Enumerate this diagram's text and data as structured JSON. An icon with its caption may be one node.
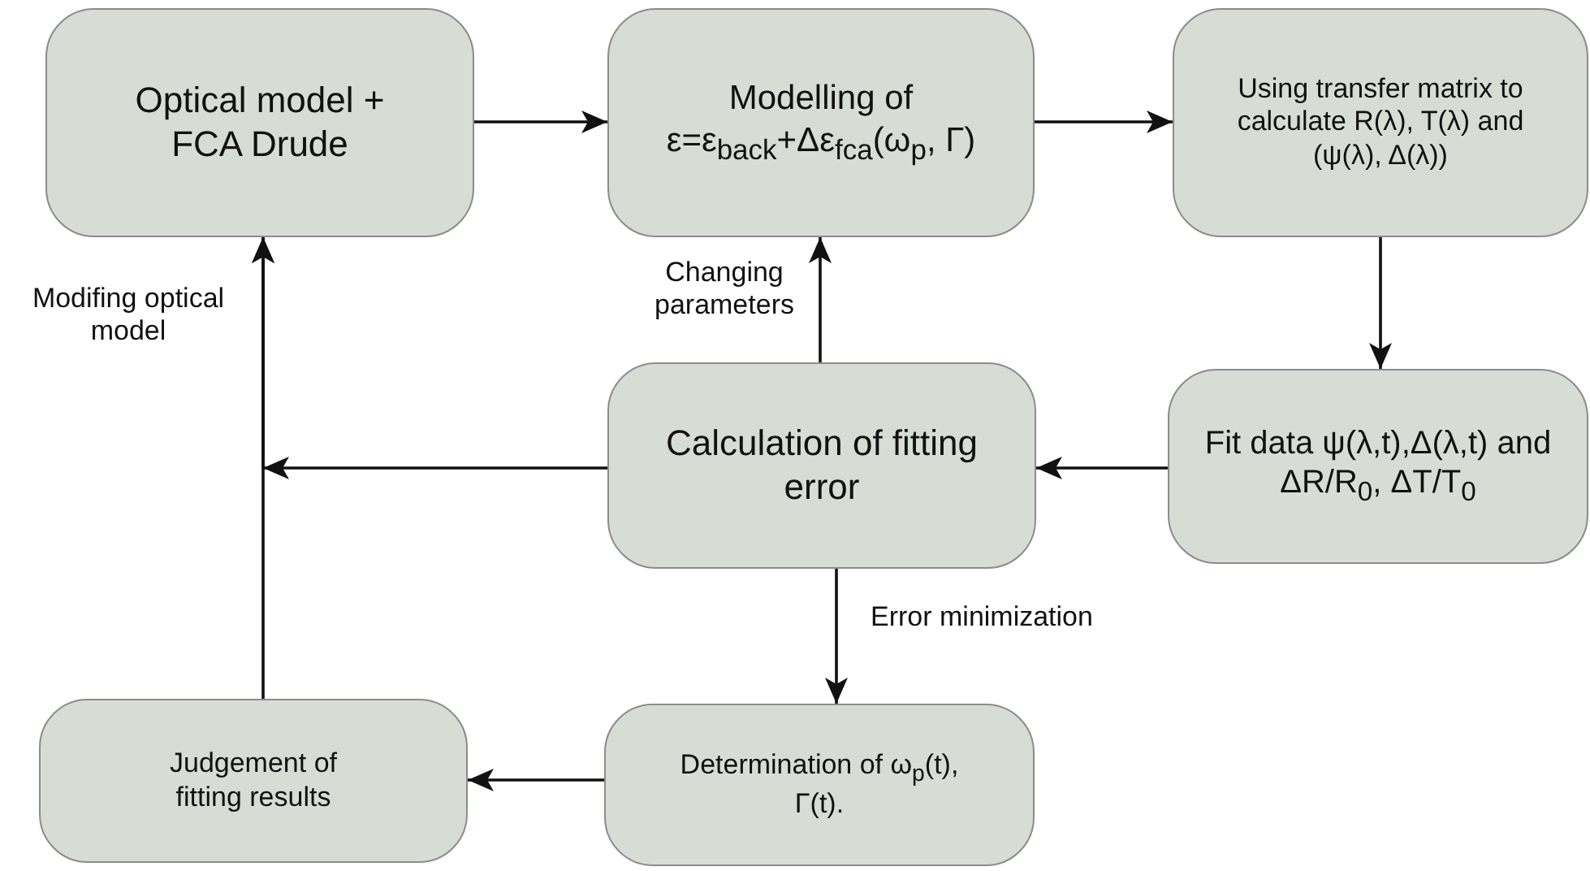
{
  "diagram": {
    "nodes": [
      {
        "text": [
          "Optical model + FCA Drude"
        ]
      },
      {
        "text": [
          "Modelling of ε=ε$_{back}$+Δε$_{fca}$(ω$_{p}$, Γ)"
        ]
      },
      {
        "text": [
          "Using transfer matrix to calculate R(λ), T(λ) and (ψ(λ), Δ(λ))"
        ]
      },
      {
        "text": [
          "Fit data ψ(λ,t),Δ(λ,t) and ΔR/R$_{0}$, ΔT/T$_{0}$"
        ]
      },
      {
        "text": [
          "Calculation of fitting error"
        ]
      },
      {
        "text": [
          "Determination of ω$_{p}$(t), Γ(t)."
        ]
      },
      {
        "text": [
          "Judgement of fitting results"
        ]
      }
    ],
    "edges": [
      {
        "from": 0,
        "to": 1,
        "arrow": "to"
      },
      {
        "from": 1,
        "to": 2,
        "arrow": "to"
      },
      {
        "from": 2,
        "to": 3,
        "arrow": "to"
      },
      {
        "from": 3,
        "to": 4,
        "arrow": "to"
      },
      {
        "from": 4,
        "to": 1,
        "arrow": "to",
        "label": "Changing parameters"
      },
      {
        "from": 4,
        "to": 0,
        "arrow": "to"
      },
      {
        "from": 4,
        "to": 5,
        "arrow": "to",
        "label": "Error minimization"
      },
      {
        "from": 5,
        "to": 6,
        "arrow": "to"
      },
      {
        "from": 6,
        "to": 0,
        "arrow": "to",
        "label": "Modifing optical model"
      }
    ]
  }
}
